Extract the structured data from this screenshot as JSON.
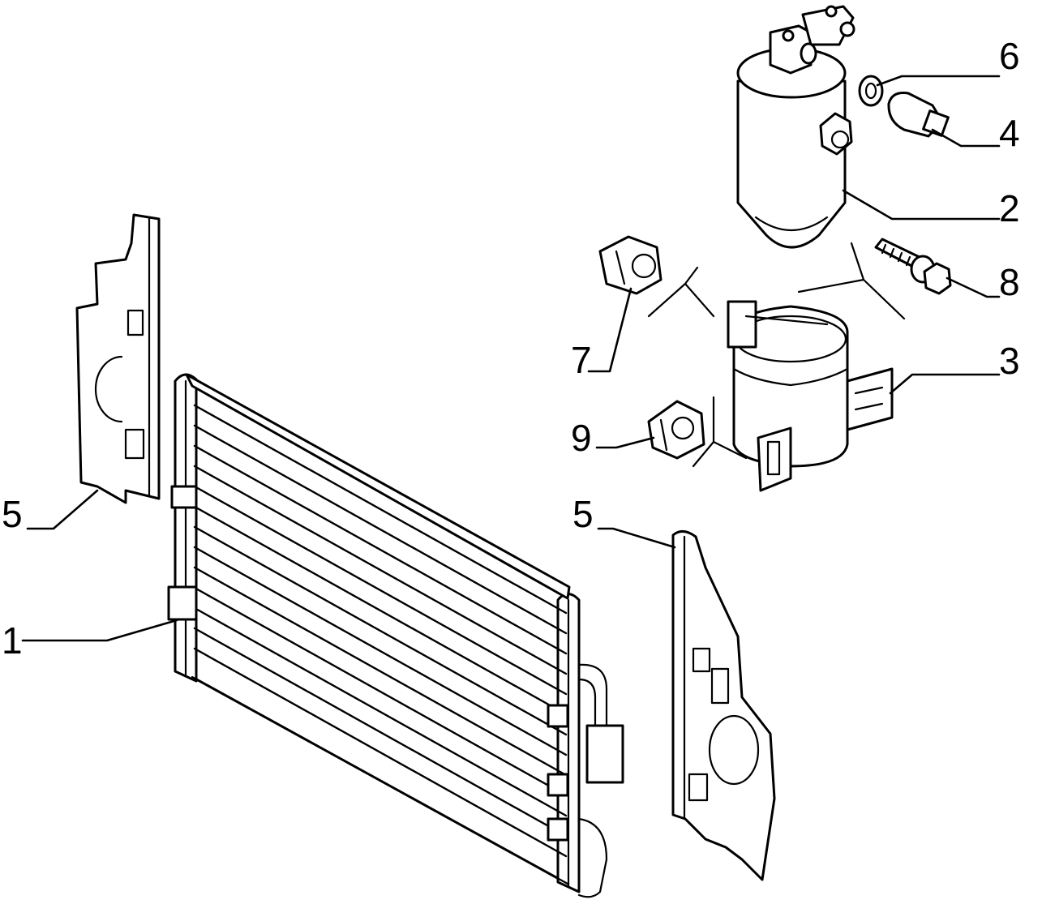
{
  "callouts": [
    {
      "label": "1"
    },
    {
      "label": "2"
    },
    {
      "label": "3"
    },
    {
      "label": "4"
    },
    {
      "label": "5"
    },
    {
      "label": "5"
    },
    {
      "label": "6"
    },
    {
      "label": "7"
    },
    {
      "label": "8"
    },
    {
      "label": "9"
    }
  ]
}
